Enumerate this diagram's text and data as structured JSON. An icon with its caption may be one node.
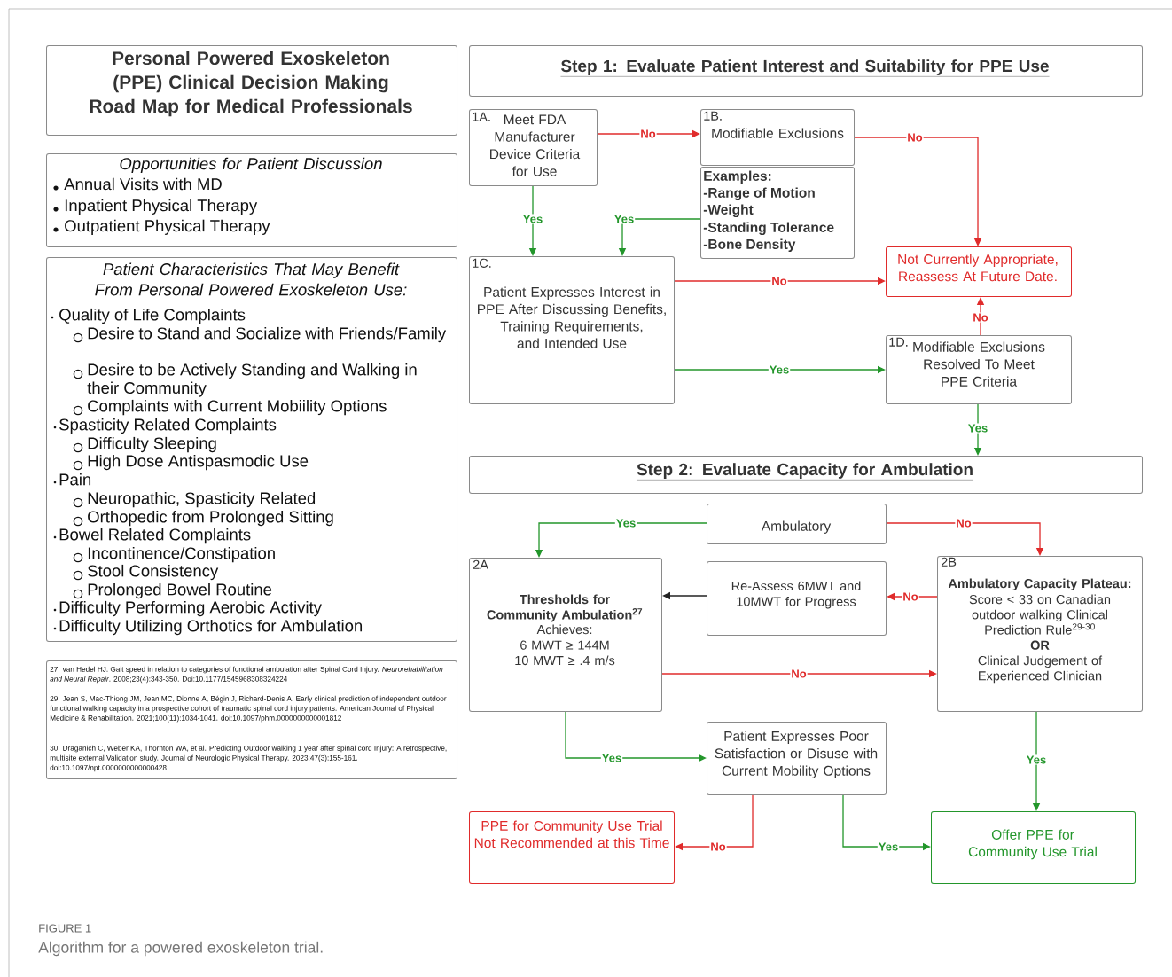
{
  "diagram": {
    "caption": "Algorithm for a powered exoskeleton trial.",
    "nodes": [
      {
        "text": [
          "Personal Powered Exoskeleton (PPE) Clinical Decision Making Road Map for Medical Professionals"
        ]
      },
      {
        "text": [
          "Opportunities for Patient Discussion",
          "Annual Visits with MD",
          "Inpatient Physical Therapy",
          "Outpatient Physical Therapy"
        ]
      },
      {
        "text": [
          "Patient Characteristics That May Benefit From Personal Powered Exoskeleton Use:",
          "Quality of Life Complaints",
          "Desire to Stand and Socialize with Friends/Family",
          "Desire to be Actively Standing and Walking in their Community",
          "Complaints with Current Mobiility Options",
          "Spasticity Related Complaints",
          "Difficulty Sleeping",
          "High Dose Antispasmodic Use",
          "Pain",
          "Neuropathic, Spasticity Related",
          "Orthopedic from Prolonged Sitting",
          "Bowel Related Complaints",
          "Incontinence/Constipation",
          "Stool Consistency",
          "Prolonged Bowel Routine",
          "Difficulty Performing Aerobic Activity",
          "Difficulty Utilizing Orthotics for Ambulation"
        ]
      },
      {
        "text": [
          "27. van Hedel HJ. Gait speed in relation to categories of functional ambulation after Spinal Cord Injury. *Neurorehabilitation and Neural Repair*. 2008;23(4):343-350. Doi:10.1177/1545968308324224",
          "29. Jean S, Mac-Thiong JM, Jean MC, Dionne A, Bégin J, Richard-Denis A. Early clinical prediction of independent outdoor functional walking capacity in a prospective cohort of traumatic spinal cord injury patients. American Journal of Physical Medicine & Rehabilitation. 2021;100(11):1034-1041. doi:10.1097/phm.0000000000001812",
          "30. Draganich C, Weber KA, Thornton WA, et al. Predicting Outdoor walking 1 year after spinal cord Injury: A retrospective, multisite external Validation study. Journal of Neurologic Physical Therapy. 2023;47(3):155-161. doi:10.1097/npt.0000000000000428"
        ]
      },
      {
        "text": [
          "Step 1: Evaluate Patient Interest and Suitability for PPE Use"
        ]
      },
      {
        "text": [
          "1A.",
          "Meet FDA Manufacturer Device Criteria for Use"
        ]
      },
      {
        "text": [
          "1B.",
          "Modifiable Exclusions"
        ]
      },
      {
        "text": [
          "Examples:",
          "-Range of Motion",
          "-Weight",
          "-Standing Tolerance",
          "-Bone Density"
        ]
      },
      {
        "text": [
          "1C.",
          "Patient Expresses Interest in PPE After Discussing Benefits, Training Requirements, and Intended Use"
        ]
      },
      {
        "text": [
          "Not Currently Appropriate, Reassess At Future Date."
        ]
      },
      {
        "text": [
          "1D.",
          "Modifiable Exclusions Resolved To Meet PPE Criteria"
        ]
      },
      {
        "text": [
          "Step 2: Evaluate Capacity for Ambulation"
        ]
      },
      {
        "text": [
          "Ambulatory"
        ]
      },
      {
        "text": [
          "2A",
          "Thresholds for Community Ambulation$^{27}$",
          "Achieves:",
          "6 MWT ≥ 144M",
          "10 MWT ≥ .4 m/s"
        ]
      },
      {
        "text": [
          "Re-Assess 6MWT and 10MWT for Progress"
        ]
      },
      {
        "text": [
          "2B",
          "Ambulatory Capacity Plateau:",
          "Score < 33 on Canadian outdoor walking Clinical Prediction Rule$^{29-30}$",
          "OR",
          "Clinical Judgement of Experienced Clinician"
        ]
      },
      {
        "text": [
          "Patient Expresses Poor Satisfaction or Disuse with Current Mobility Options"
        ]
      },
      {
        "text": [
          "PPE for Community Use Trial Not Recommended at this Time"
        ]
      },
      {
        "text": [
          "Offer PPE for Community Use Trial"
        ]
      }
    ],
    "edges": [
      {
        "from": 5,
        "to": 6,
        "arrow": "to",
        "label": "No",
        "color": "#e02b2b"
      },
      {
        "from": 6,
        "to": 9,
        "arrow": "to",
        "label": "No",
        "color": "#e02b2b"
      },
      {
        "from": 5,
        "to": 8,
        "arrow": "to",
        "label": "Yes",
        "color": "#23962b"
      },
      {
        "from": 7,
        "to": 8,
        "arrow": "to",
        "label": "Yes",
        "color": "#23962b"
      },
      {
        "from": 8,
        "to": 9,
        "arrow": "to",
        "label": "No",
        "color": "#e02b2b"
      },
      {
        "from": 8,
        "to": 10,
        "arrow": "to",
        "label": "Yes",
        "color": "#23962b"
      },
      {
        "from": 10,
        "to": 9,
        "arrow": "to",
        "label": "No",
        "color": "#e02b2b"
      },
      {
        "from": 10,
        "to": 11,
        "arrow": "to",
        "label": "Yes",
        "color": "#23962b"
      },
      {
        "from": 12,
        "to": 13,
        "arrow": "to",
        "label": "Yes",
        "color": "#23962b"
      },
      {
        "from": 12,
        "to": 15,
        "arrow": "to",
        "label": "No",
        "color": "#e02b2b"
      },
      {
        "from": 15,
        "to": 14,
        "arrow": "to",
        "label": "No",
        "color": "#e02b2b"
      },
      {
        "from": 14,
        "to": 13,
        "arrow": "to",
        "color": "#222222"
      },
      {
        "from": 13,
        "to": 15,
        "arrow": "to",
        "label": "No",
        "color": "#e02b2b"
      },
      {
        "from": 13,
        "to": 16,
        "arrow": "to",
        "label": "Yes",
        "color": "#23962b"
      },
      {
        "from": 15,
        "to": 18,
        "arrow": "to",
        "label": "Yes",
        "color": "#23962b"
      },
      {
        "from": 16,
        "to": 17,
        "arrow": "to",
        "label": "No",
        "color": "#e02b2b"
      },
      {
        "from": 16,
        "to": 18,
        "arrow": "to",
        "label": "Yes",
        "color": "#23962b"
      }
    ],
    "labels": [
      "FIGURE 1"
    ]
  }
}
